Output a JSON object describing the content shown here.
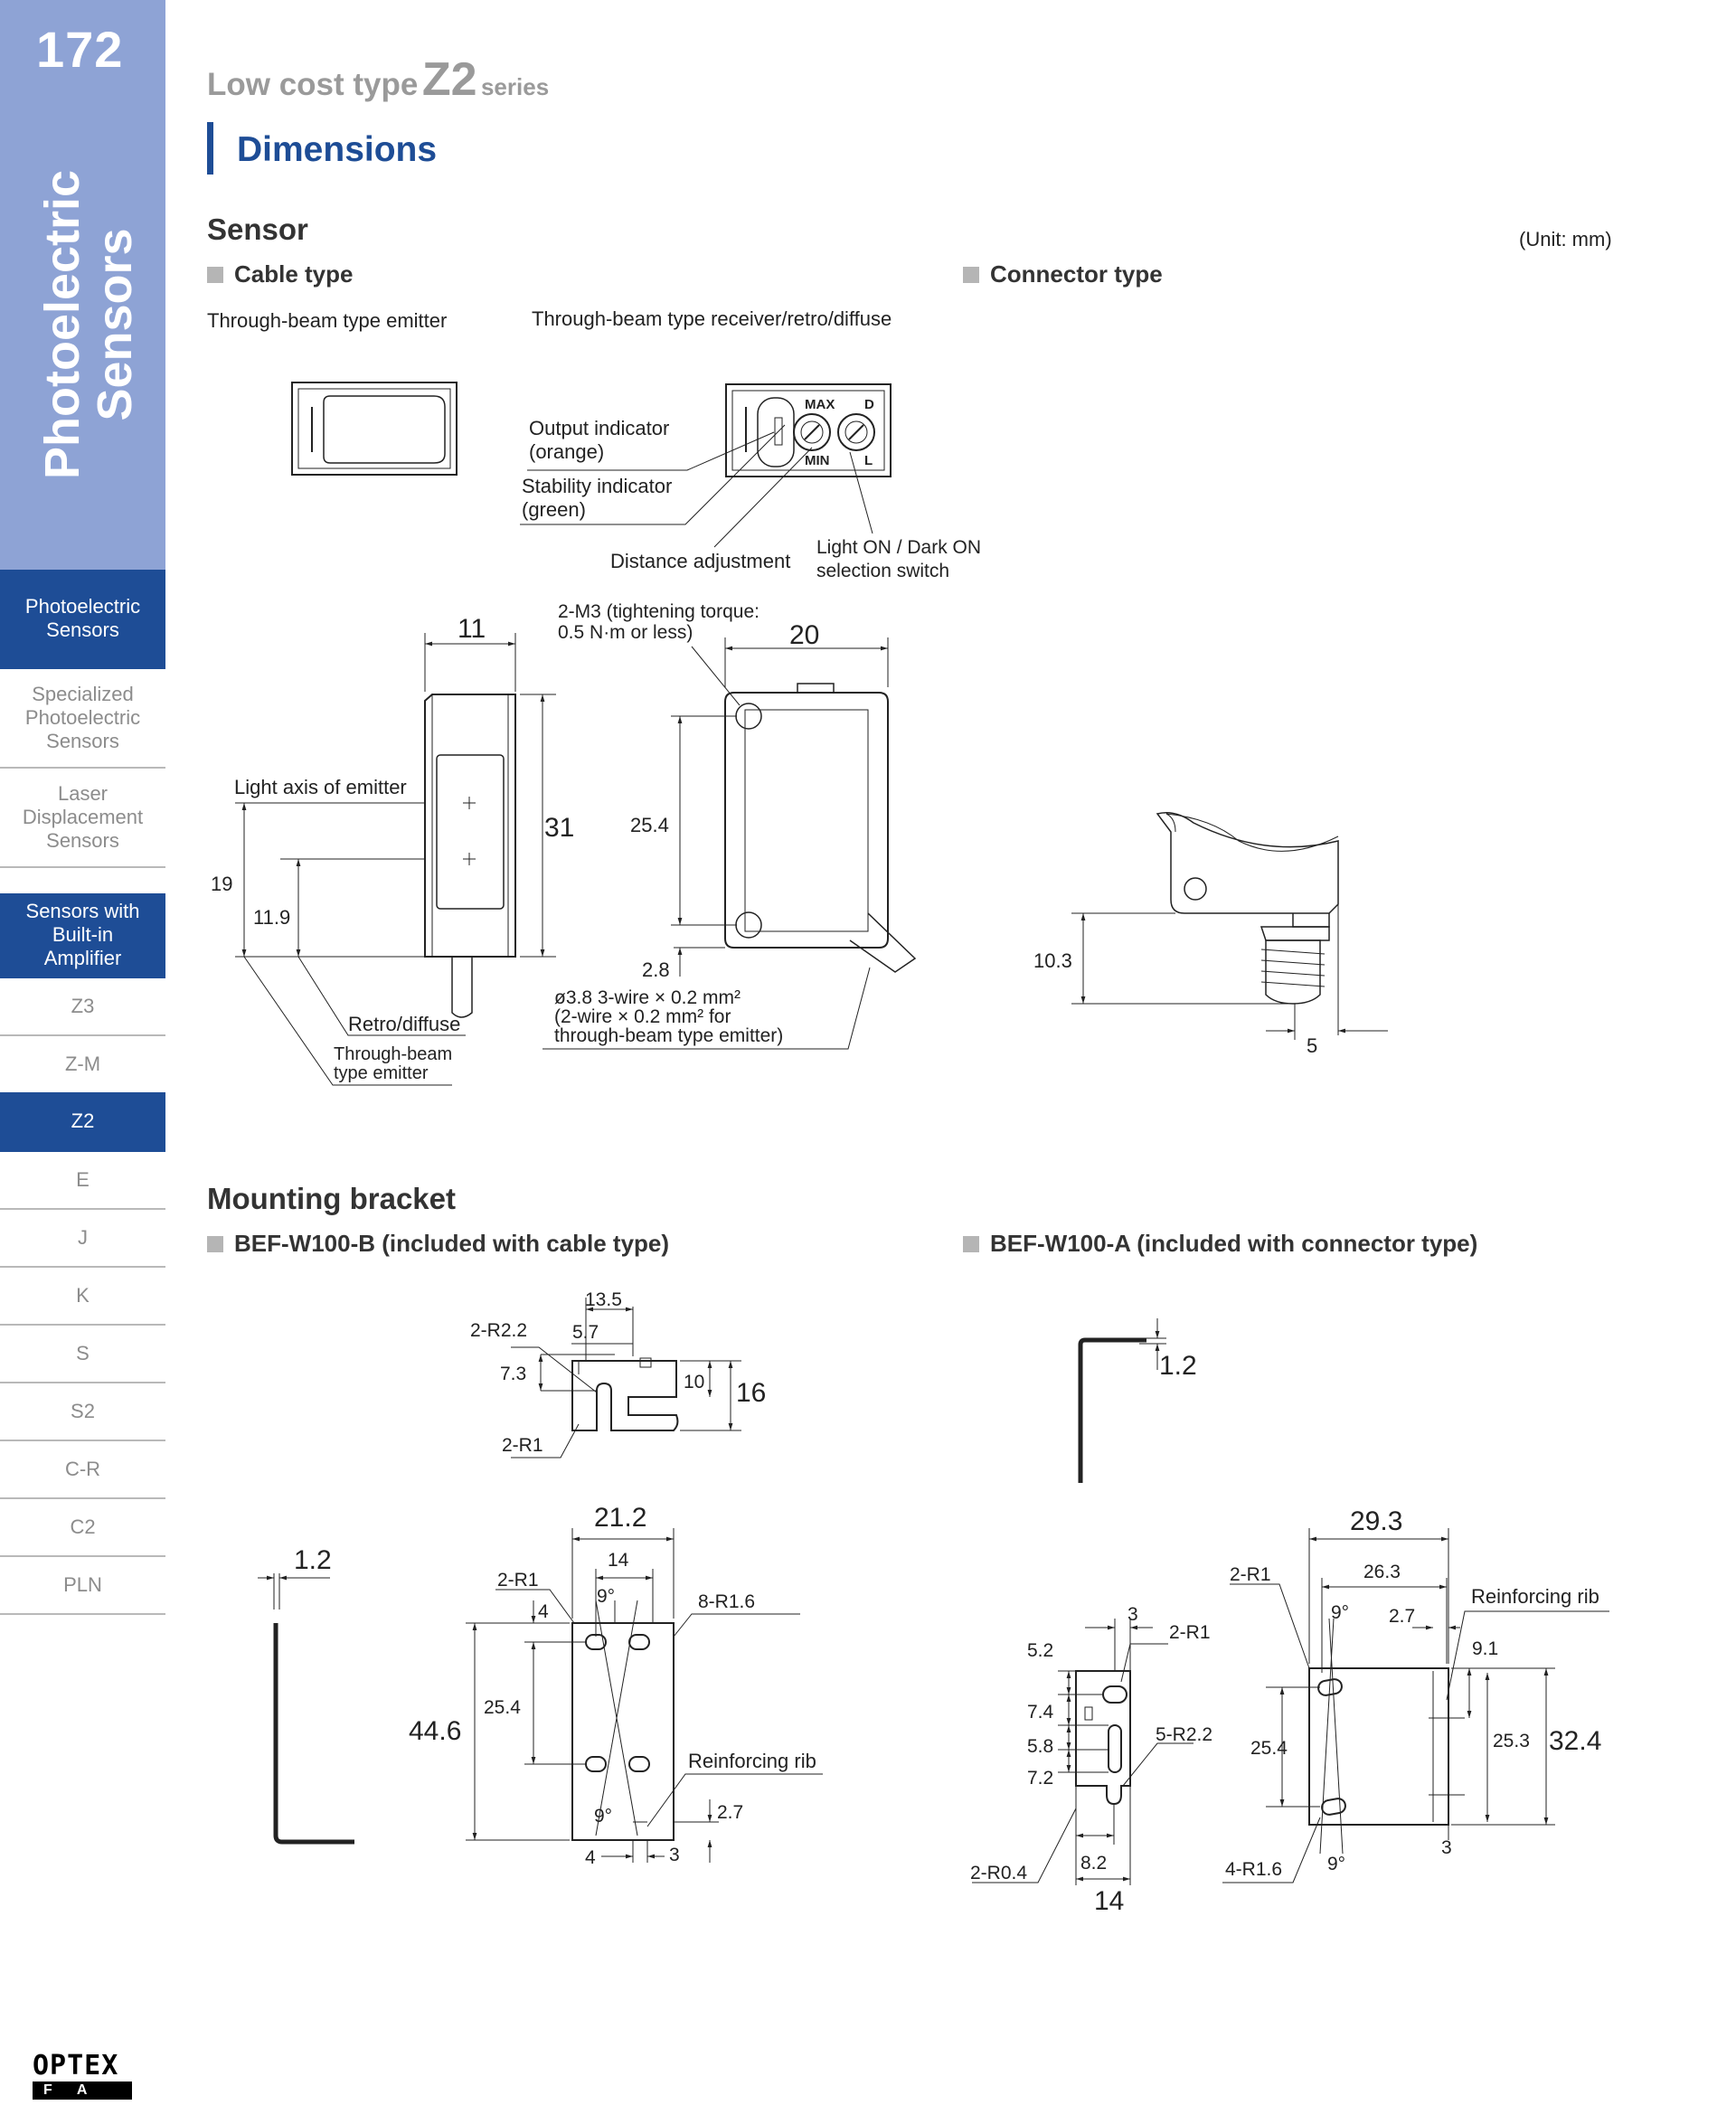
{
  "page": {
    "number": "172"
  },
  "sidebar": {
    "title_line1": "Photoelectric",
    "title_line2": "Sensors",
    "items": [
      {
        "label": "Photoelectric\nSensors"
      },
      {
        "label": "Specialized\nPhotoelectric\nSensors"
      },
      {
        "label": "Laser\nDisplacement\nSensors"
      },
      {
        "label": "Sensors with\nBuilt-in\nAmplifier"
      },
      {
        "label": "Z3"
      },
      {
        "label": "Z-M"
      },
      {
        "label": "Z2"
      },
      {
        "label": "E"
      },
      {
        "label": "J"
      },
      {
        "label": "K"
      },
      {
        "label": "S"
      },
      {
        "label": "S2"
      },
      {
        "label": "C-R"
      },
      {
        "label": "C2"
      },
      {
        "label": "PLN"
      }
    ]
  },
  "header": {
    "prefix": "Low cost type",
    "model": "Z2",
    "suffix": "series"
  },
  "section": {
    "title": "Dimensions"
  },
  "sensor": {
    "heading": "Sensor",
    "unit": "(Unit: mm)",
    "cable_type": "Cable type",
    "connector_type": "Connector type",
    "emitter_label": "Through-beam type emitter",
    "receiver_label": "Through-beam type receiver/retro/diffuse",
    "callouts": {
      "output_indicator_1": "Output indicator",
      "output_indicator_2": "(orange)",
      "stability_indicator_1": "Stability indicator",
      "stability_indicator_2": "(green)",
      "distance_adjustment": "Distance adjustment",
      "light_dark_1": "Light ON / Dark ON",
      "light_dark_2": "selection switch",
      "dial_max": "MAX",
      "dial_min": "MIN",
      "dial_d": "D",
      "dial_l": "L",
      "m3_1": "2-M3 (tightening torque:",
      "m3_2": "0.5 N·m or less)",
      "light_axis": "Light axis of emitter",
      "retro": "Retro/diffuse",
      "tb_emitter_1": "Through-beam",
      "tb_emitter_2": "type emitter",
      "cable_1": "ø3.8  3-wire × 0.2 mm²",
      "cable_2": "(2-wire × 0.2 mm² for",
      "cable_3": "through-beam type emitter)"
    },
    "dims": {
      "d11": "11",
      "d20": "20",
      "d31": "31",
      "d25_4": "25.4",
      "d19": "19",
      "d11_9": "11.9",
      "d2_8": "2.8",
      "d10_3": "10.3",
      "d5": "5"
    }
  },
  "bracket": {
    "heading": "Mounting bracket",
    "b_title": "BEF-W100-B (included with cable type)",
    "a_title": "BEF-W100-A (included with connector type)",
    "b_dims": {
      "r2_2": "2-R2.2",
      "d13_5": "13.5",
      "d5_7": "5.7",
      "d7_3": "7.3",
      "d10": "10",
      "d16": "16",
      "r1": "2-R1",
      "d1_2": "1.2",
      "d21_2": "21.2",
      "d14": "14",
      "r1b": "2-R1",
      "d4": "4",
      "deg9": "9°",
      "r1_6": "8-R1.6",
      "d44_6": "44.6",
      "d25_4": "25.4",
      "rib": "Reinforcing rib",
      "deg9b": "9°",
      "d2_7": "2.7",
      "d4b": "4",
      "d3": "3"
    },
    "a_dims": {
      "d1_2": "1.2",
      "d29_3": "29.3",
      "r1": "2-R1",
      "d26_3": "26.3",
      "rib": "Reinforcing rib",
      "deg9": "9°",
      "d2_7": "2.7",
      "d9_1": "9.1",
      "d3": "3",
      "r1b": "2-R1",
      "d5_2": "5.2",
      "d7_4": "7.4",
      "d5_8": "5.8",
      "d7_2": "7.2",
      "r2_2": "5-R2.2",
      "d25_4": "25.4",
      "d25_3": "25.3",
      "d32_4": "32.4",
      "r0_4": "2-R0.4",
      "d8_2": "8.2",
      "d14": "14",
      "r1_6": "4-R1.6",
      "deg9b": "9°",
      "d3b": "3"
    }
  },
  "logo": {
    "line1": "OPTEX",
    "line2": "FA"
  }
}
